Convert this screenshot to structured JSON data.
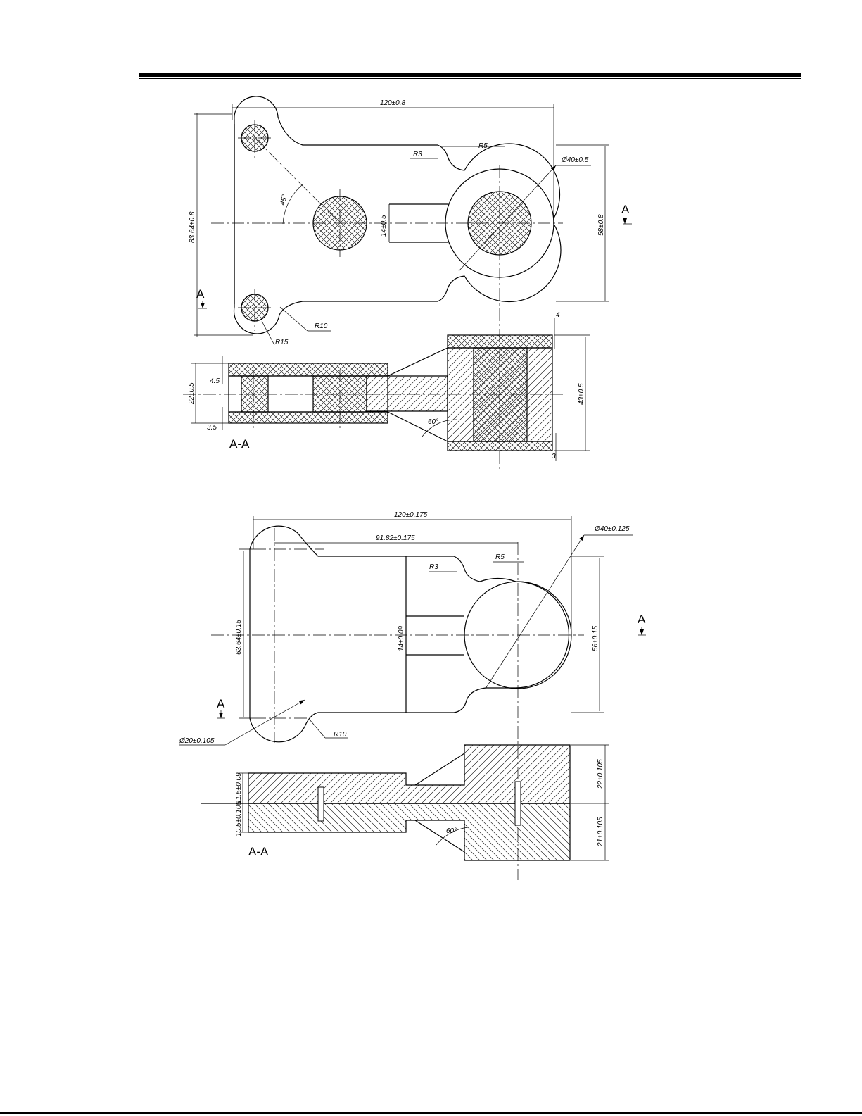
{
  "top_drawing": {
    "dims": {
      "width": "120±0.8",
      "r3": "R3",
      "r5": "R5",
      "bore_dia": "Ø40±0.5",
      "height_total": "83.64±0.8",
      "height_body": "58±0.8",
      "neck": "14±0.5",
      "angle45": "45°",
      "r10": "R10",
      "r15": "R15",
      "top4": "4",
      "bottom3": "3",
      "thick22": "22±0.5",
      "boss43": "43±0.5",
      "d45": "4.5",
      "d35": "3.5",
      "angle60": "60°"
    },
    "section_marker": "A",
    "section_label": "A-A"
  },
  "bottom_drawing": {
    "dims": {
      "width": "120±0.175",
      "center_dist": "91.82±0.175",
      "bore_dia": "Ø40±0.125",
      "r3": "R3",
      "r5": "R5",
      "height_total": "63.64±0.15",
      "neck": "14±0.09",
      "height_body": "56±0.15",
      "r10": "R10",
      "small_dia": "Ø20±0.105",
      "upper_thick": "11.5±0.09",
      "lower_thick": "10.5±0.105",
      "boss_upper": "22±0.105",
      "boss_lower": "21±0.105",
      "angle60": "60°"
    },
    "section_marker": "A",
    "section_label": "A-A"
  }
}
